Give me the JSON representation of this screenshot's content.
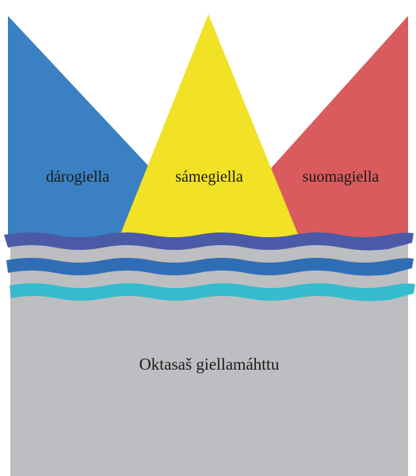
{
  "labels": {
    "left": "dárogiella",
    "middle": "sámegiella",
    "right": "suomagiella",
    "bottom": "Oktasaš giellamáhttu"
  },
  "colors": {
    "background": "#ffffff",
    "left_shape": "#3a80c2",
    "middle_shape": "#f1e225",
    "right_shape": "#d95b5e",
    "base_block": "#bdbec1",
    "wave_top": "#4b5aa7",
    "wave_middle": "#2f6eb5",
    "wave_bottom": "#35bccd",
    "text": "#1a1a1a"
  }
}
